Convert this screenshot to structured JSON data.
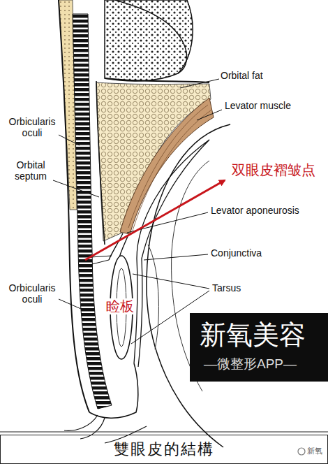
{
  "diagram": {
    "caption": "雙眼皮的結構",
    "labels": [
      "Orbital fat",
      "Levator muscle",
      "Orbicularis oculi",
      "Orbital septum",
      "双眼皮褶皱点",
      "Levator aponeurosis",
      "Conjunctiva",
      "Tarsus",
      "Orbicularis oculi",
      "睑板",
      "新氧美容",
      "—微整形APP—",
      "新氧"
    ]
  }
}
